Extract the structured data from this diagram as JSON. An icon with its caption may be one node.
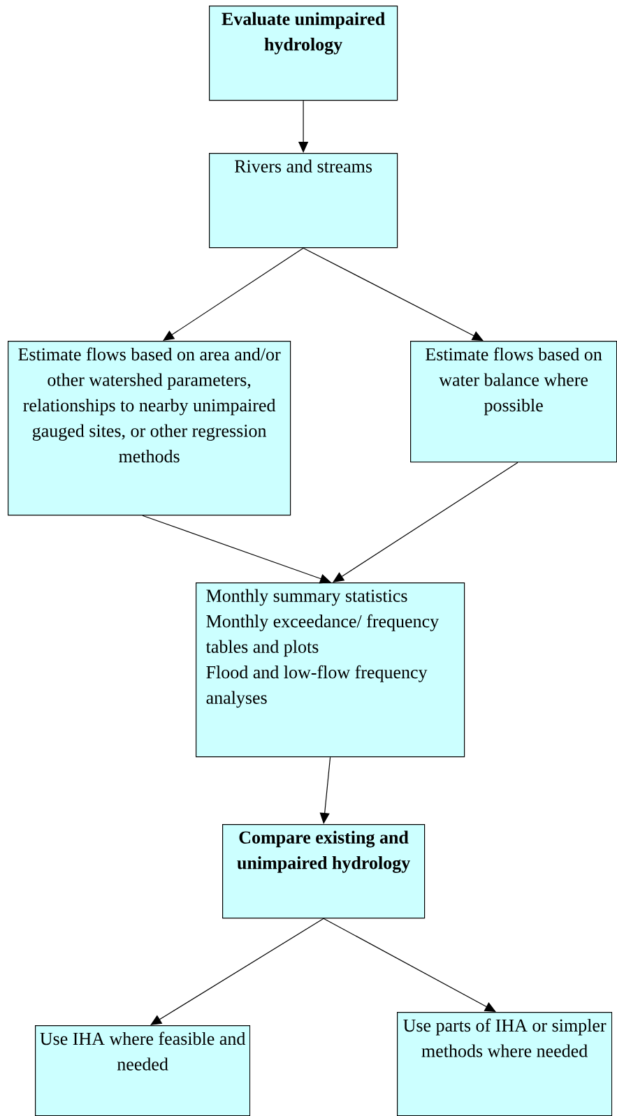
{
  "diagram": {
    "nodes": [
      {
        "text": [
          "**Evaluate unimpaired hydrology**"
        ]
      },
      {
        "text": [
          "Rivers and streams"
        ]
      },
      {
        "text": [
          "Estimate flows based on area and/or other watershed parameters, relationships to nearby unimpaired gauged sites, or other regression methods"
        ]
      },
      {
        "text": [
          "Estimate flows based on water balance where possible"
        ]
      },
      {
        "text": [
          "Monthly summary statistics",
          "Monthly exceedance/ frequency tables and plots",
          "Flood and low-flow frequency analyses"
        ]
      },
      {
        "text": [
          "**Compare existing and unimpaired hydrology**"
        ]
      },
      {
        "text": [
          "Use IHA where feasible and needed"
        ]
      },
      {
        "text": [
          "Use parts of IHA or simpler methods where needed"
        ]
      }
    ],
    "edges": [
      {
        "from": 0,
        "to": 1,
        "arrow": "to"
      },
      {
        "from": 1,
        "to": 2,
        "arrow": "to"
      },
      {
        "from": 1,
        "to": 3,
        "arrow": "to"
      },
      {
        "from": 2,
        "to": 4,
        "arrow": "to"
      },
      {
        "from": 3,
        "to": 4,
        "arrow": "to"
      },
      {
        "from": 4,
        "to": 5,
        "arrow": "to"
      },
      {
        "from": 5,
        "to": 6,
        "arrow": "to"
      },
      {
        "from": 5,
        "to": 7,
        "arrow": "to"
      }
    ]
  }
}
